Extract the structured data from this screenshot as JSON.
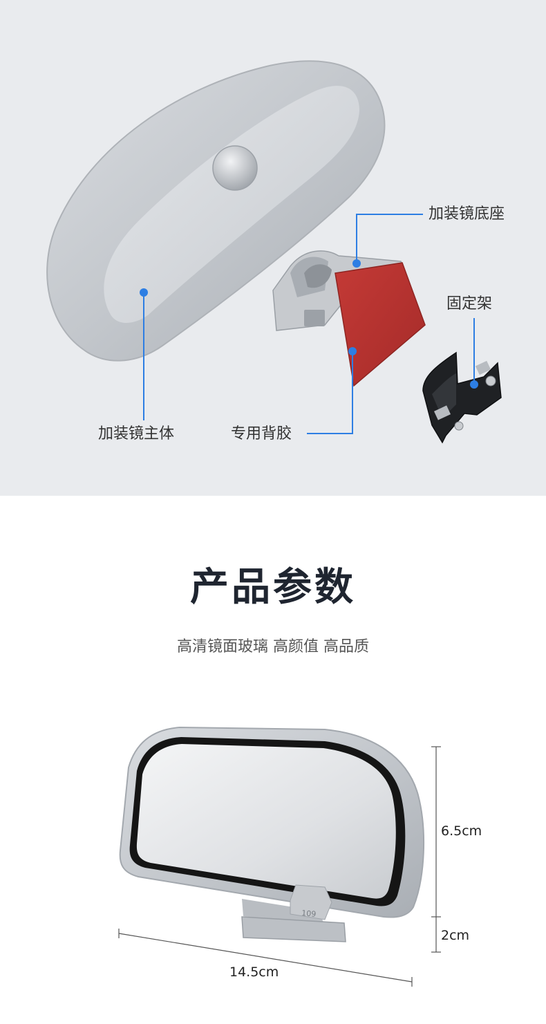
{
  "parts": {
    "base": "加装镜底座",
    "bracket": "固定架",
    "body": "加装镜主体",
    "adhesive": "专用背胶"
  },
  "params": {
    "title": "产品参数",
    "subtitle": "高清镜面玻璃 高颜值 高品质"
  },
  "dimensions": {
    "height_mirror": "6.5cm",
    "height_base": "2cm",
    "width": "14.5cm"
  },
  "mirror_mark": "109",
  "colors": {
    "callout": "#2d7ee3",
    "adhesive": "#b93330",
    "silver": "#c9ccd0"
  }
}
